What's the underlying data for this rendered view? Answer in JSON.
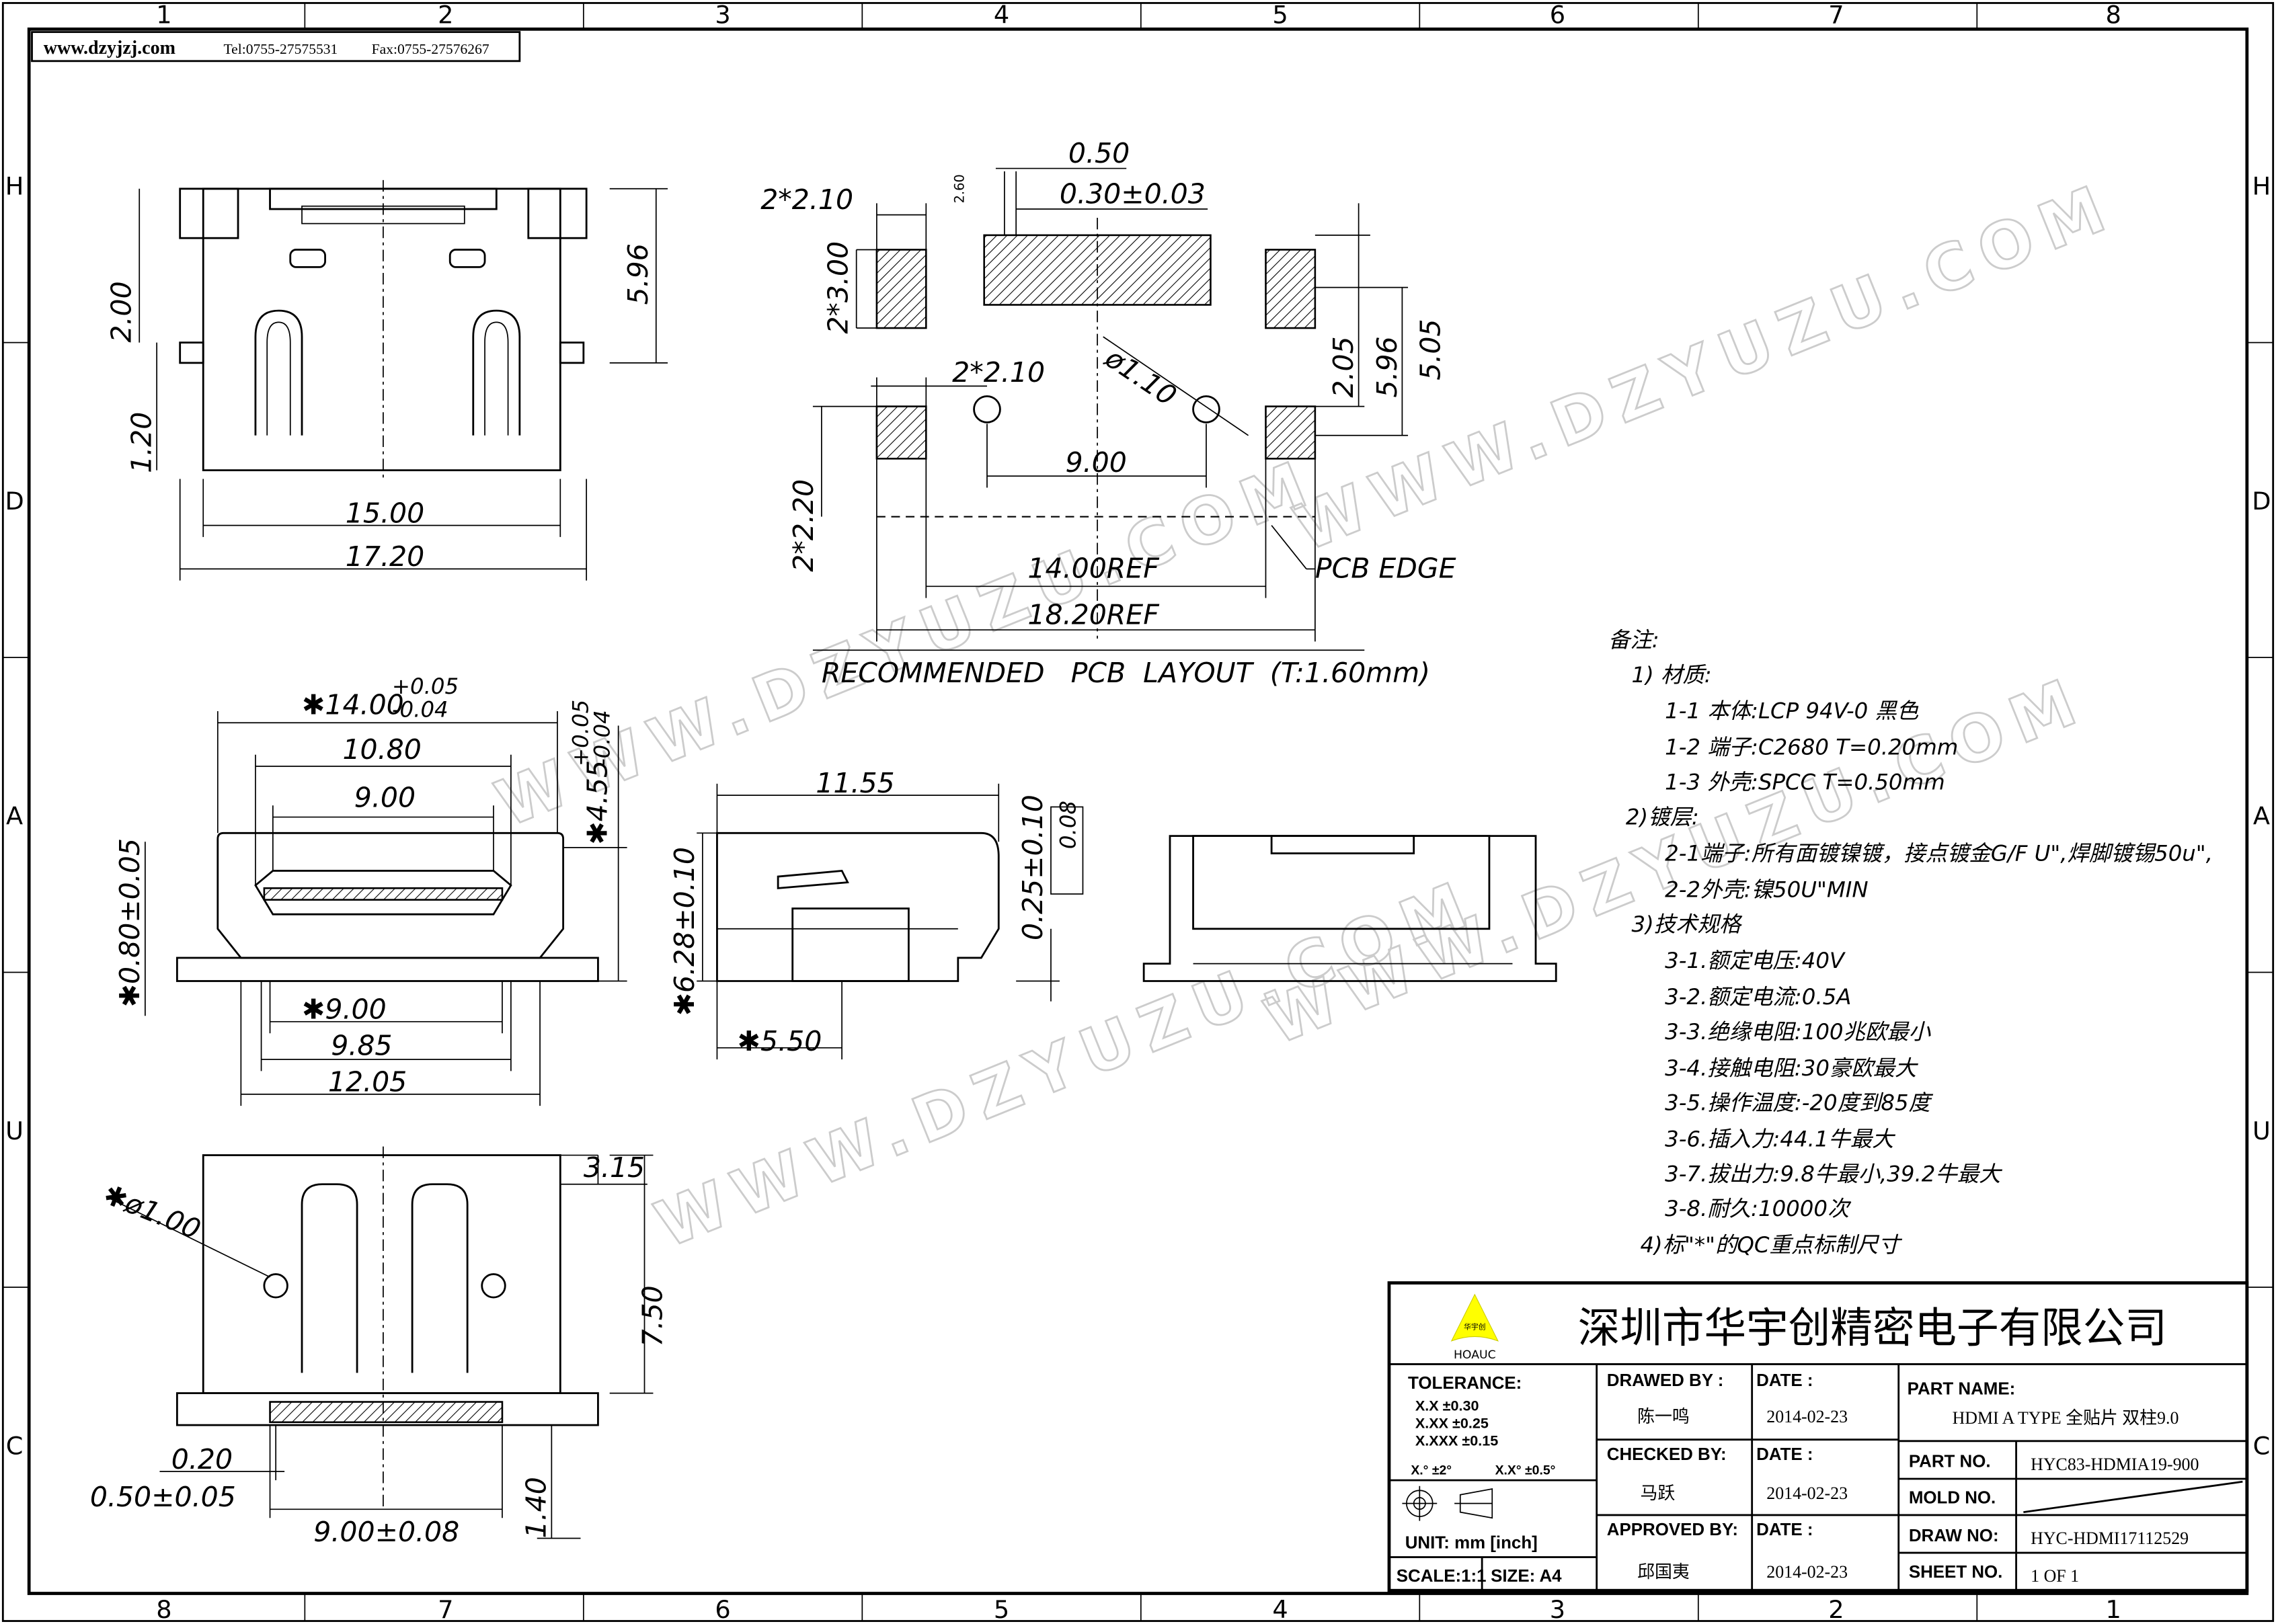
{
  "header": {
    "website": "www.dzyjzj.com",
    "tel": "Tel:0755-27575531",
    "fax": "Fax:0755-27576267"
  },
  "grid": {
    "columns_top": [
      "1",
      "2",
      "3",
      "4",
      "5",
      "6",
      "7",
      "8"
    ],
    "columns_bottom": [
      "8",
      "7",
      "6",
      "5",
      "4",
      "3",
      "2",
      "1"
    ],
    "rows": [
      "H",
      "D",
      "A",
      "U",
      "C"
    ]
  },
  "watermark": "WWW.DZYUZU.COM",
  "front_view": {
    "dims": [
      "2.00",
      "1.20",
      "5.96",
      "15.00",
      "17.20"
    ]
  },
  "pcb_layout": {
    "dims": [
      "0.50",
      "0.30±0.03",
      "2.60",
      "2*2.10",
      "2*3.00",
      "ø1.10",
      "2.05",
      "5.96",
      "5.05",
      "2*2.10",
      "9.00",
      "2*2.20",
      "14.00REF",
      "18.20REF"
    ],
    "pcb_edge": "PCB EDGE",
    "caption": "RECOMMENDED   PCB  LAYOUT  (T:1.60mm)"
  },
  "end_view": {
    "dims": [
      "✱14.00",
      "+0.05",
      "-0.04",
      "10.80",
      "9.00",
      "✱4.55",
      "+0.05",
      "-0.04",
      "✱0.80±0.05",
      "✱9.00",
      "9.85",
      "12.05"
    ]
  },
  "side_view": {
    "dims": [
      "11.55",
      "0.25±0.10",
      "0.08",
      "✱6.28±0.10",
      "✱5.50"
    ]
  },
  "bottom_view": {
    "dims": [
      "✱ø1.00",
      "3.15",
      "7.50",
      "0.20",
      "0.50±0.05",
      "9.00±0.08",
      "1.40"
    ]
  },
  "notes": {
    "title": "备注:",
    "lines": [
      "1) 材质:",
      "1-1 本体:LCP 94V-0 黑色",
      "1-2 端子:C2680 T=0.20mm",
      "1-3 外壳:SPCC T=0.50mm",
      "2)镀层:",
      "2-1端子:所有面镀镍镀，接点镀金G/F U\",焊脚镀锡50u\",",
      "2-2外壳:镍50U\"MIN",
      "3)技术规格",
      "3-1.额定电压:40V",
      "3-2.额定电流:0.5A",
      "3-3.绝缘电阻:100兆欧最小",
      "3-4.接触电阻:30豪欧最大",
      "3-5.操作温度:-20度到85度",
      "3-6.插入力:44.1牛最大",
      "3-7.拔出力:9.8牛最小,39.2牛最大",
      "3-8.耐久:10000次",
      "4)标\"*\"的QC重点标制尺寸"
    ]
  },
  "title_block": {
    "company": "深圳市华宇创精密电子有限公司",
    "logo_text": "HOAUC",
    "logo_cn": "华宇创",
    "tolerance_label": "TOLERANCE:",
    "tolerances": [
      "X.X    ±0.30",
      "X.XX   ±0.25",
      "X.XXX ±0.15"
    ],
    "angles": [
      "X.° ±2°",
      "X.X° ±0.5°"
    ],
    "unit": "UNIT:  mm  [inch]",
    "scale": "SCALE:1:1",
    "size": "SIZE:  A4",
    "drawed_by_label": "DRAWED  BY :",
    "drawed_by": "陈一鸣",
    "checked_by_label": "CHECKED  BY:",
    "checked_by": "马跃",
    "approved_by_label": "APPROVED  BY:",
    "approved_by": "邱国夷",
    "date_label": "DATE  :",
    "dates": [
      "2014-02-23",
      "2014-02-23",
      "2014-02-23"
    ],
    "part_name_label": "PART  NAME:",
    "part_name": "HDMI  A  TYPE  全贴片  双柱9.0",
    "part_no_label": "PART  NO.",
    "part_no": "HYC83-HDMIA19-900",
    "mold_no_label": "MOLD  NO.",
    "draw_no_label": "DRAW  NO:",
    "draw_no": "HYC-HDMI17112529",
    "sheet_no_label": "SHEET  NO.",
    "sheet_no": "1  OF  1"
  }
}
